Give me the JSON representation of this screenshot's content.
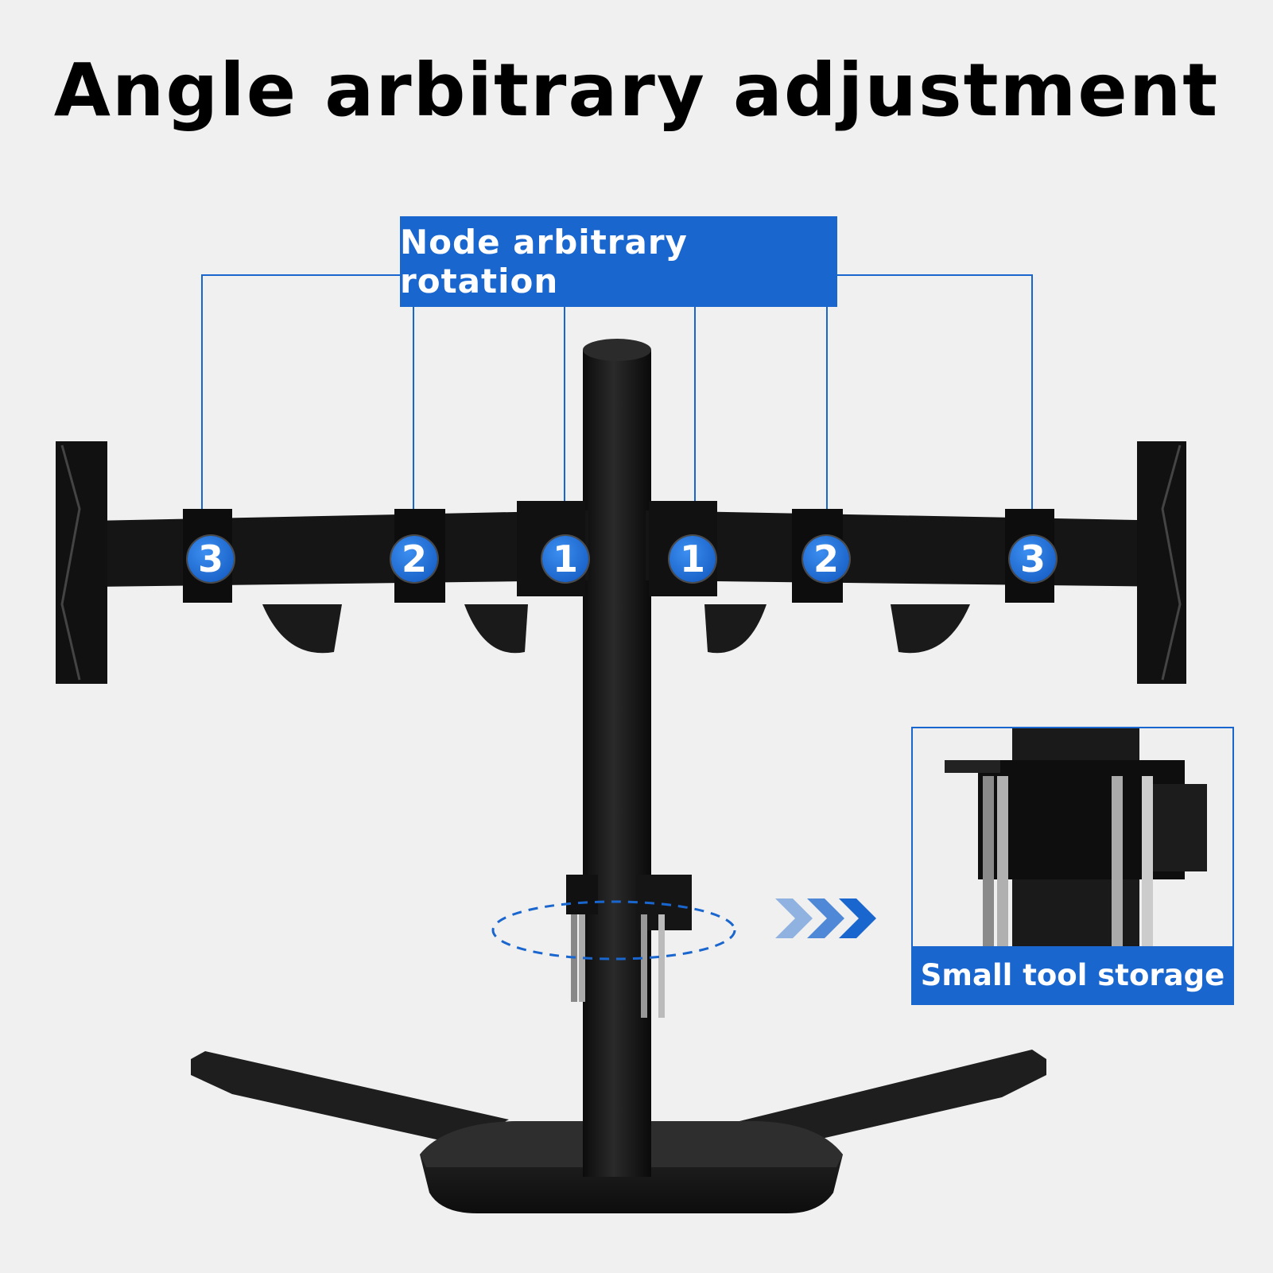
{
  "title": "Angle arbitrary adjustment",
  "banner_label": "Node arbitrary rotation",
  "inset_label": "Small tool storage",
  "nodes": [
    {
      "id": "left-3",
      "label": "3"
    },
    {
      "id": "left-2",
      "label": "2"
    },
    {
      "id": "left-1",
      "label": "1"
    },
    {
      "id": "right-1",
      "label": "1"
    },
    {
      "id": "right-2",
      "label": "2"
    },
    {
      "id": "right-3",
      "label": "3"
    }
  ],
  "colors": {
    "accent": "#1a66cf",
    "background": "#f0f0f0",
    "product": "#1a1a1a"
  },
  "icons": [
    "chevron-right-icon",
    "rotation-ellipse-icon"
  ]
}
